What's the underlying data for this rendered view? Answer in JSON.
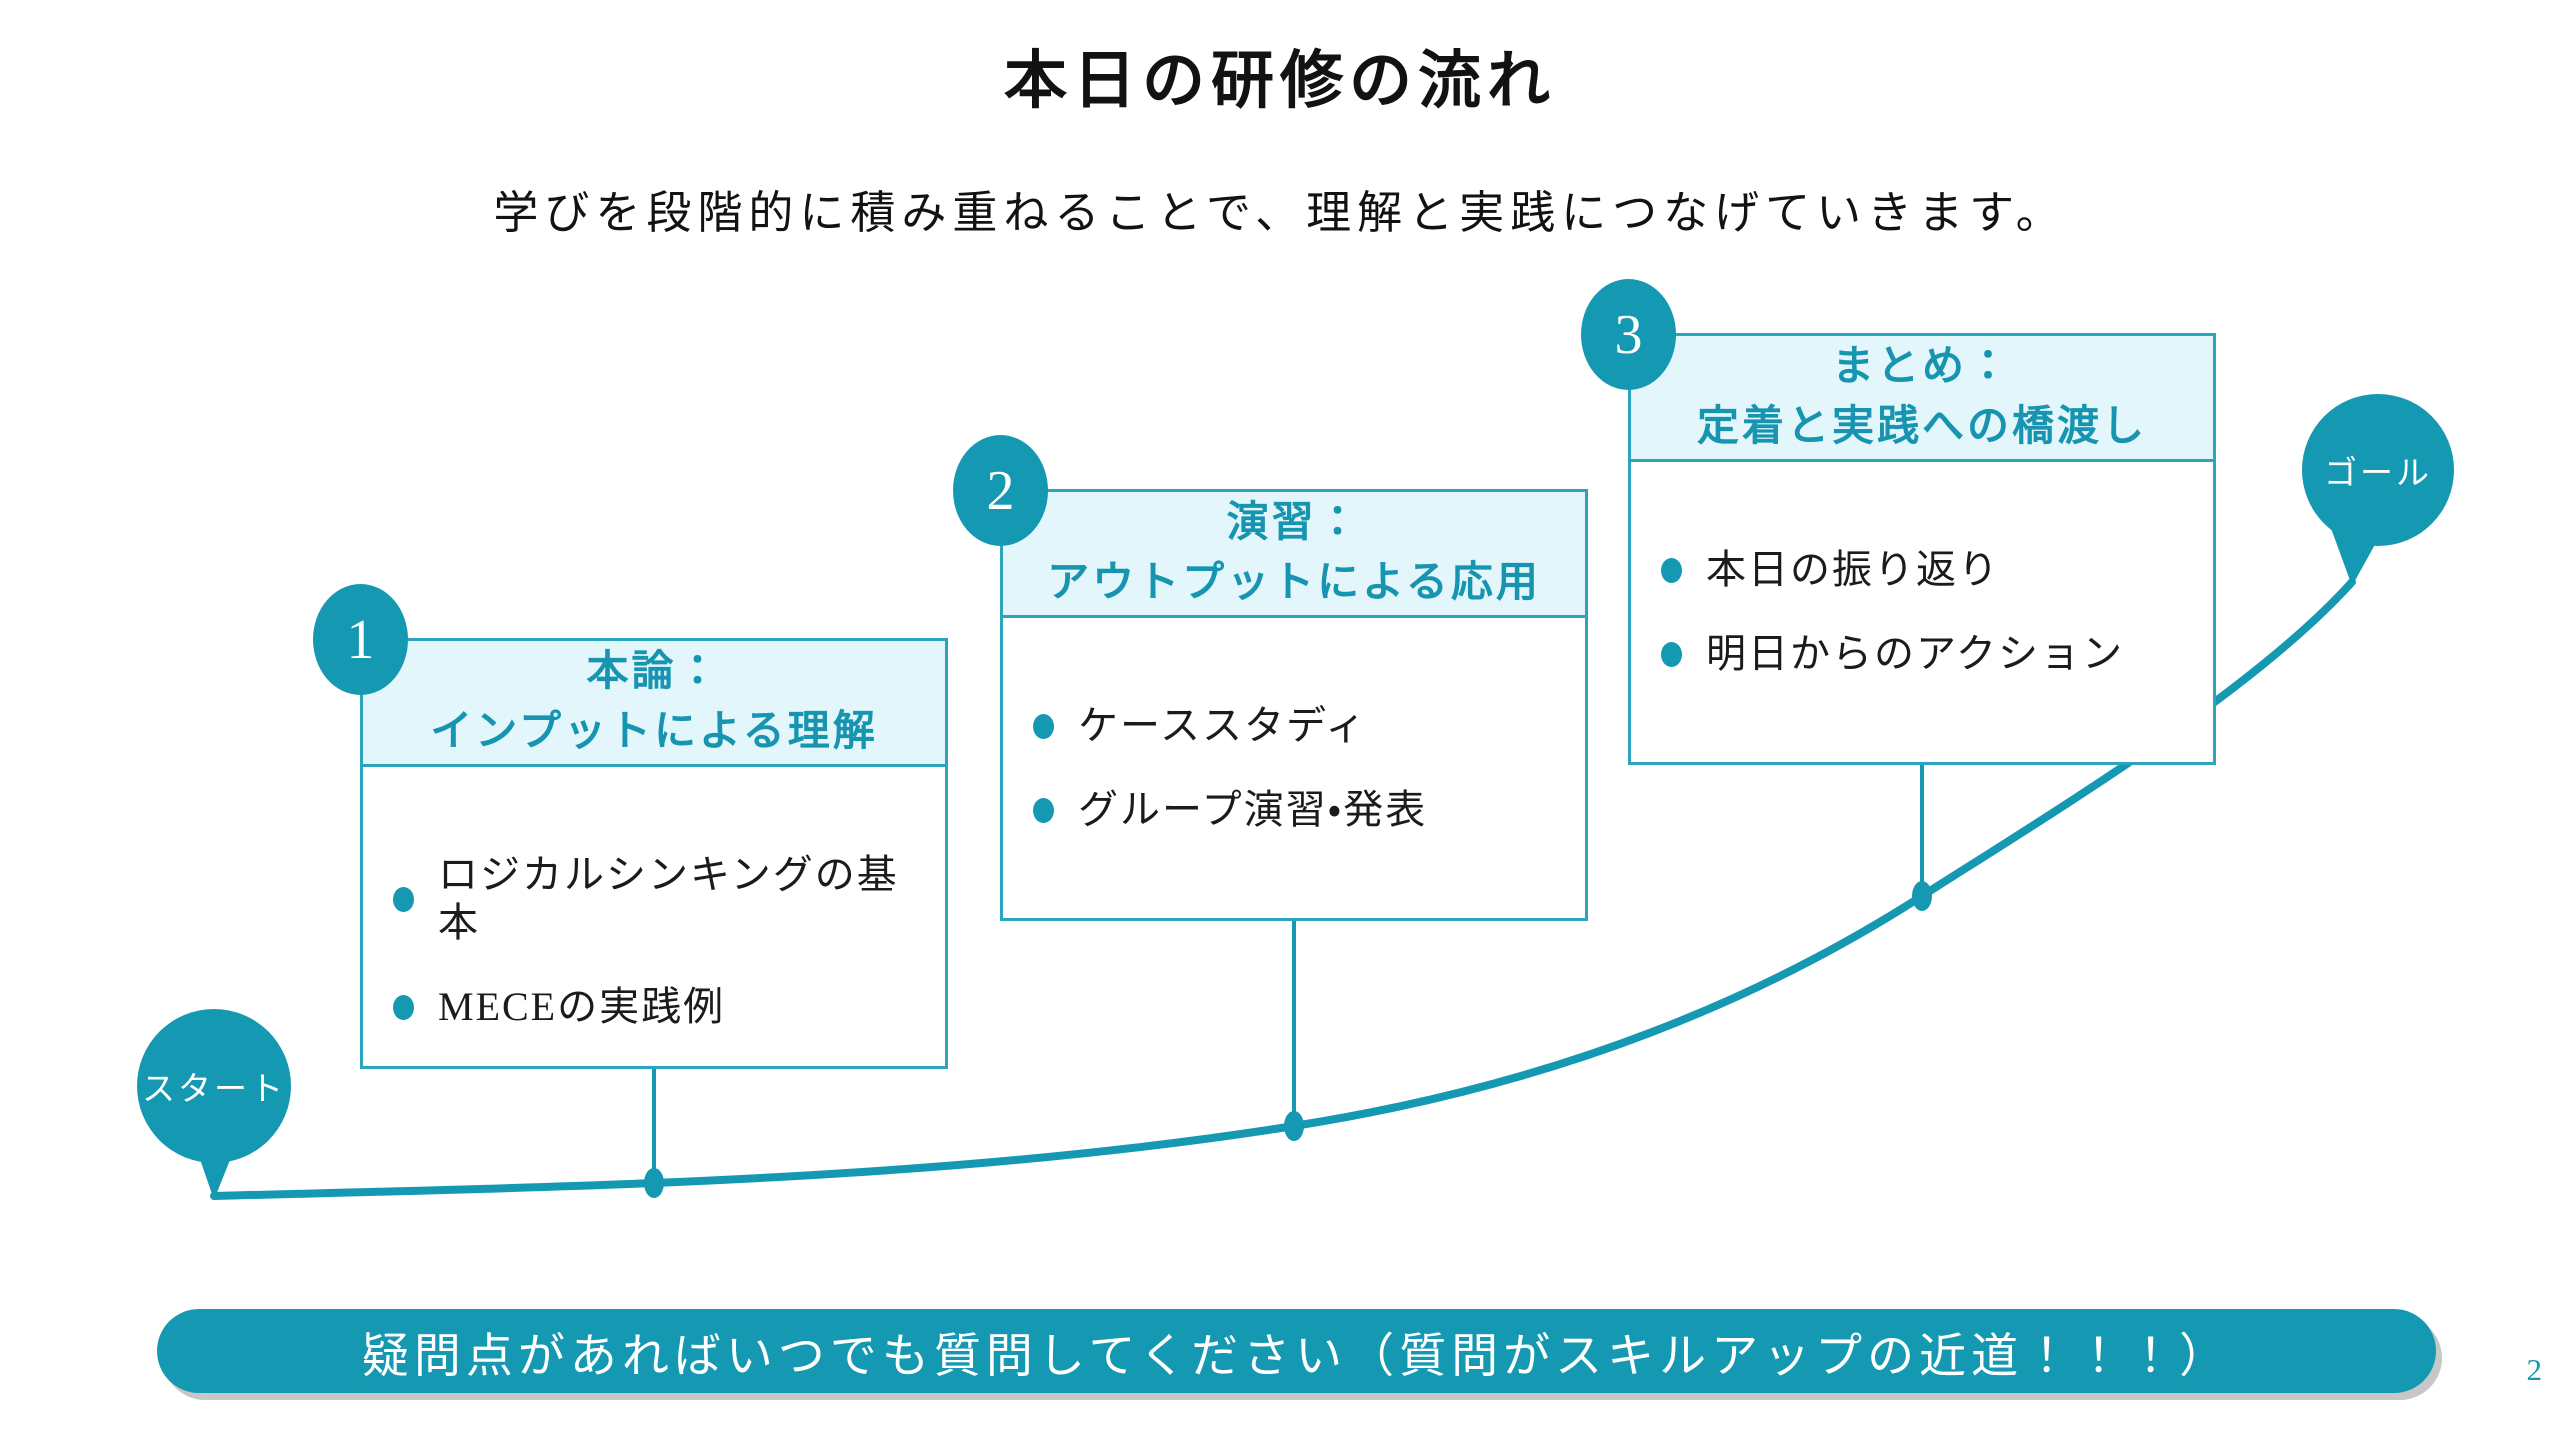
{
  "slide": {
    "title": "本日の研修の流れ",
    "subtitle": "学びを段階的に積み重ねることで、理解と実践につなげていきます。",
    "banner": "疑問点があればいつでも質問してください（質問がスキルアップの近道！！！）",
    "start_label": "スタート",
    "goal_label": "ゴール",
    "page_number": "2"
  },
  "steps": [
    {
      "number": "1",
      "title_line1": "本論：",
      "title_line2": "インプットによる理解",
      "bullets": [
        "ロジカルシンキングの基本",
        "MECEの実践例"
      ]
    },
    {
      "number": "2",
      "title_line1": "演習：",
      "title_line2": "アウトプットによる応用",
      "bullets": [
        "ケーススタディ",
        "グループ演習・発表"
      ]
    },
    {
      "number": "3",
      "title_line1": "まとめ：",
      "title_line2": "定着と実践への橋渡し",
      "bullets": [
        "本日の振り返り",
        "明日からのアクション"
      ]
    }
  ],
  "colors": {
    "accent": "#1598B2",
    "box_border": "#2CA4BD",
    "header_bg": "#E2F6FB",
    "header_text": "#1795B0",
    "text": "#1B1B1B",
    "background": "#FFFFFF"
  }
}
